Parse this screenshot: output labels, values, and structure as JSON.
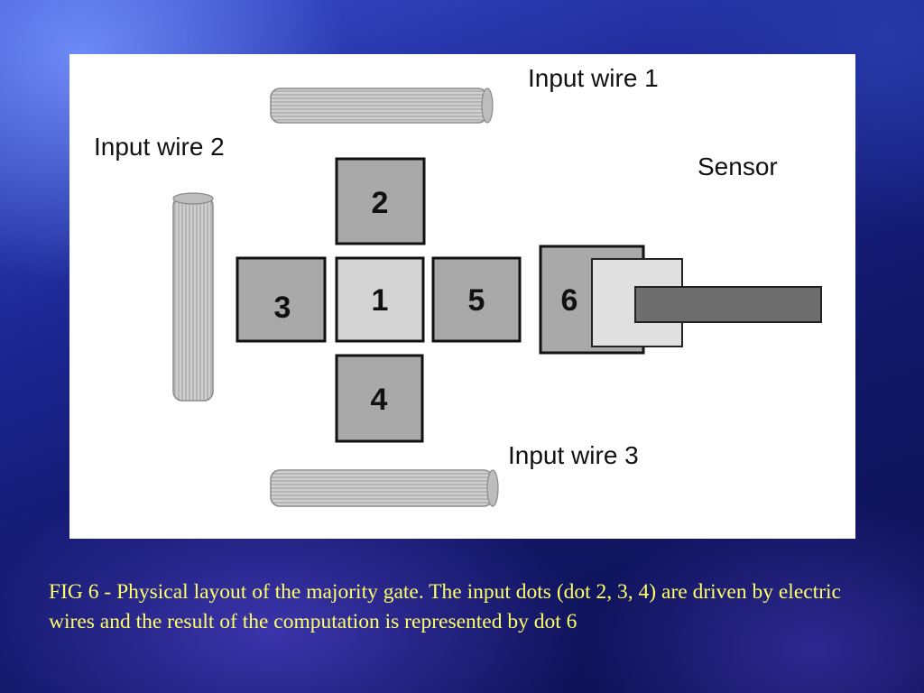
{
  "figure": {
    "labels": {
      "input_wire_1": "Input wire 1",
      "input_wire_2": "Input wire 2",
      "input_wire_3": "Input wire 3",
      "sensor": "Sensor"
    },
    "dots": {
      "dot_1": "1",
      "dot_2": "2",
      "dot_3": "3",
      "dot_4": "4",
      "dot_5": "5",
      "dot_6": "6"
    },
    "colors": {
      "input_dot_fill": "#a9a9a9",
      "center_dot_fill": "#d4d4d4",
      "sensor_plate_fill": "#e0e0e0",
      "sensor_bar_fill": "#6e6e6e",
      "wire_fill": "#c8c8c8"
    }
  },
  "caption": {
    "text": "FIG 6 - Physical layout of the majority gate. The input dots (dot 2, 3, 4) are driven by electric wires and the result of the computation is represented by dot 6",
    "color": "#ffff66"
  }
}
